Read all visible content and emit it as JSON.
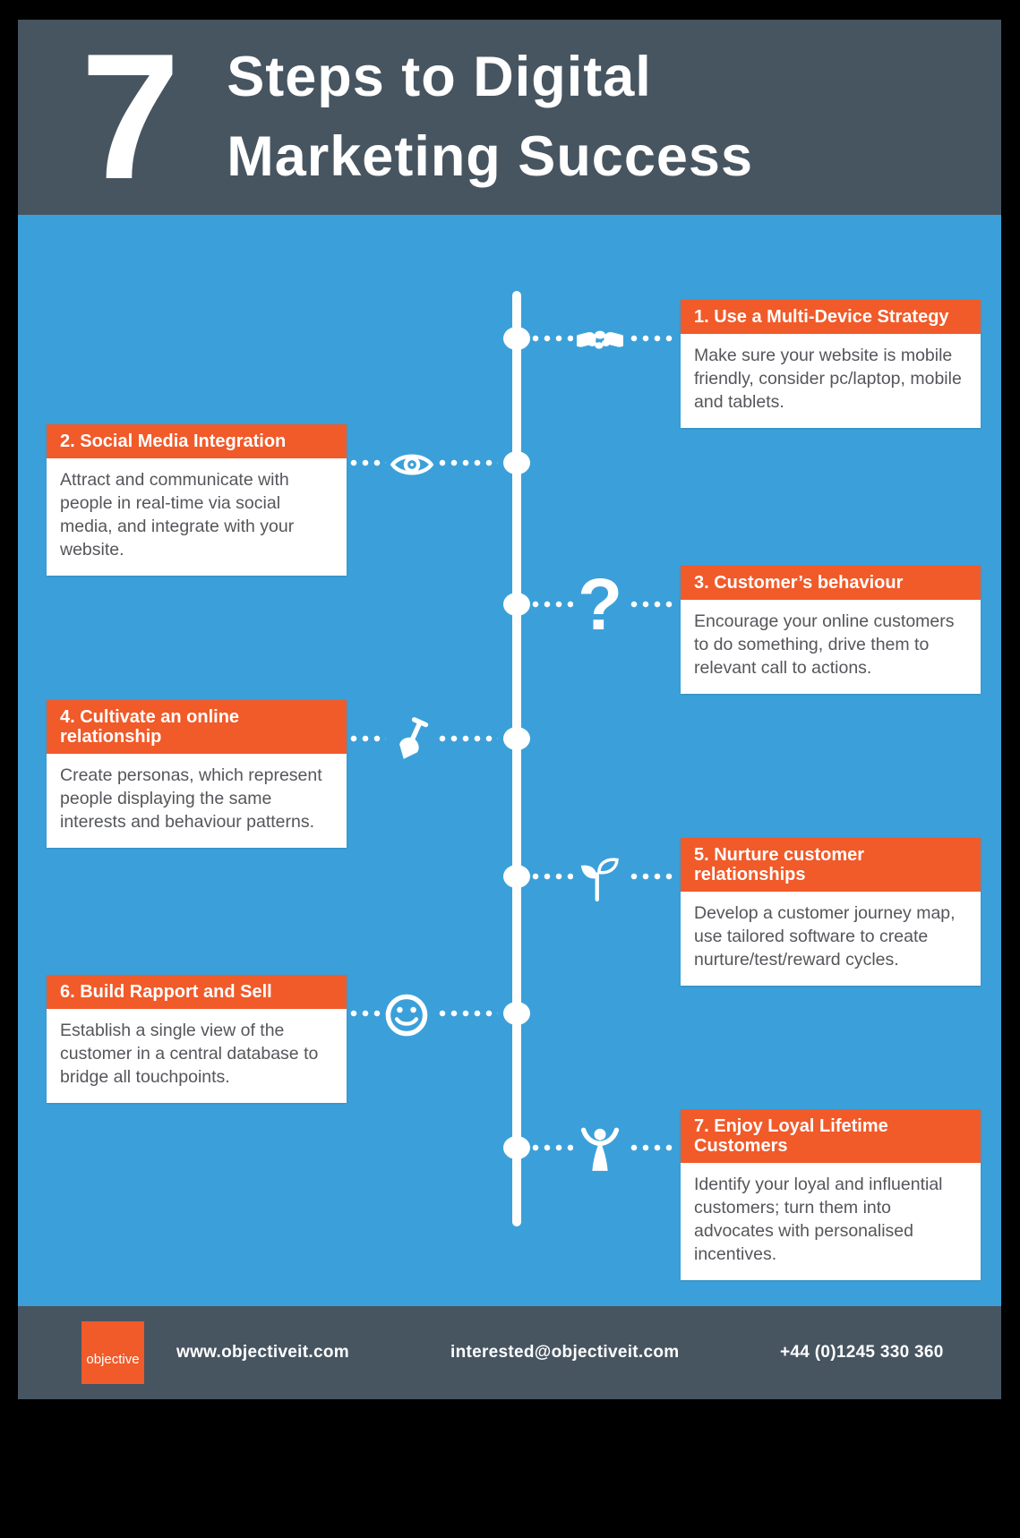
{
  "poster": {
    "header": {
      "big_number": "7",
      "title_line1": "Steps to Digital",
      "title_line2": "Marketing Success"
    },
    "steps": [
      {
        "title": "1. Use a Multi-Device Strategy",
        "body": "Make sure your website is mobile friendly, consider pc/laptop, mobile and tablets.",
        "icon": "handshake-icon",
        "side": "right"
      },
      {
        "title": "2. Social Media Integration",
        "body": "Attract and communicate with people in real-time via social media, and integrate with your website.",
        "icon": "eye-icon",
        "side": "left"
      },
      {
        "title": "3. Customer’s behaviour",
        "body": "Encourage your online customers to do something, drive them to relevant call to actions.",
        "icon": "question-mark-icon",
        "icon_glyph": "?",
        "side": "right"
      },
      {
        "title": "4. Cultivate an online relationship",
        "body": "Create personas, which represent people displaying the same interests and behaviour patterns.",
        "icon": "shovel-icon",
        "side": "left"
      },
      {
        "title": "5. Nurture customer relationships",
        "body": "Develop a customer journey map, use tailored software to create nurture/test/reward cycles.",
        "icon": "seedling-icon",
        "side": "right"
      },
      {
        "title": "6. Build Rapport and Sell",
        "body": "Establish a single view of the customer in a central database to bridge all touchpoints.",
        "icon": "smiley-icon",
        "side": "left"
      },
      {
        "title": "7. Enjoy Loyal Lifetime Customers",
        "body": "Identify your loyal and influential customers; turn them into advocates with personalised incentives.",
        "icon": "person-celebrating-icon",
        "side": "right"
      }
    ],
    "footer": {
      "logo_text": "objective",
      "website": "www.objectiveit.com",
      "email": "interested@objectiveit.com",
      "phone": "+44 (0)1245 330 360"
    },
    "colors": {
      "accent_orange": "#F15A29",
      "blue": "#3BA0D9",
      "slate_dark": "#475561",
      "body_text": "#55565B",
      "white": "#FFFFFF"
    }
  }
}
